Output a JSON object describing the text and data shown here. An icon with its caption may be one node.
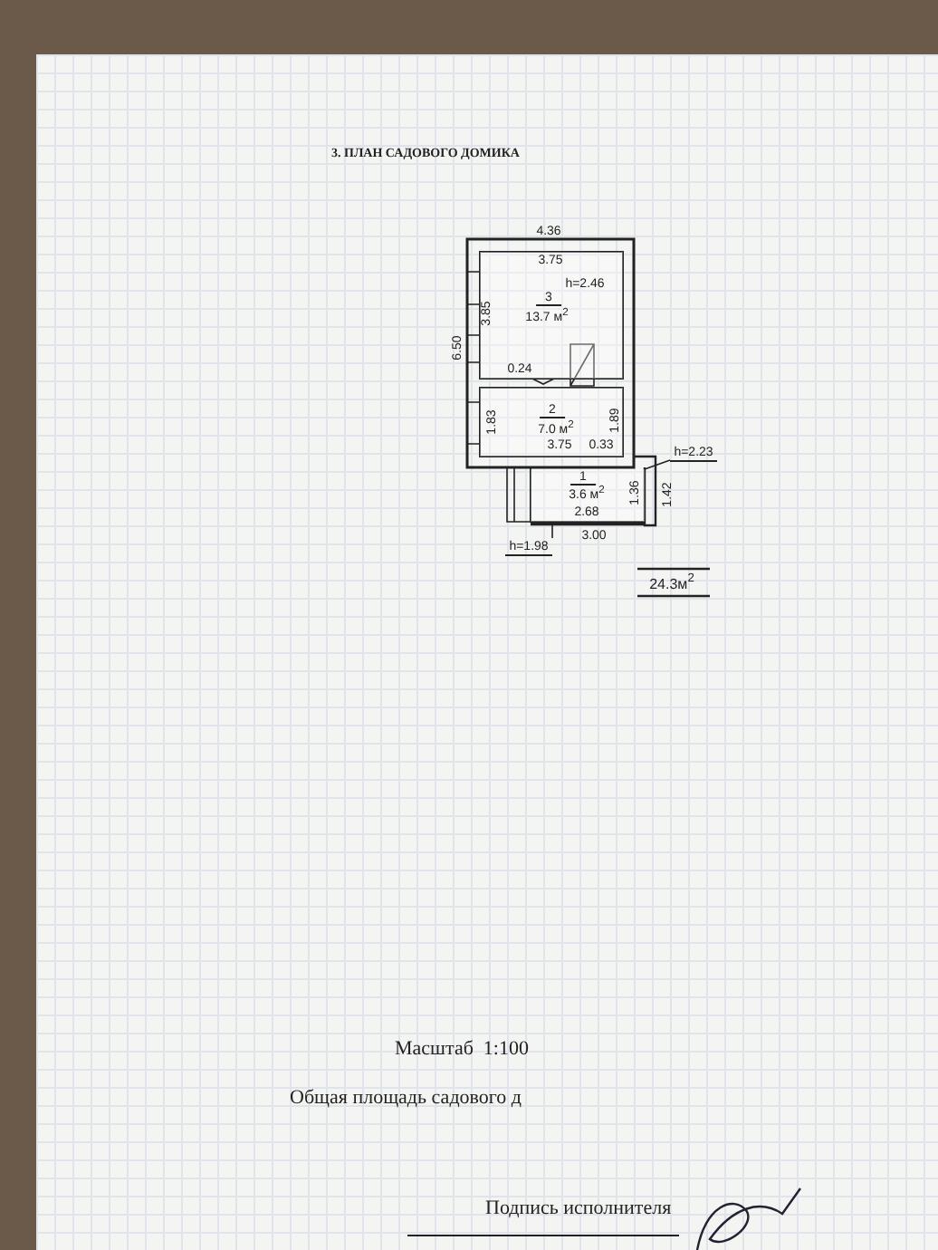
{
  "diagram": {
    "title": "3. ПЛАН САДОВОГО ДОМИКА",
    "nodes": [
      {
        "text": [
          "h=2.46",
          "3",
          "13.7 м$^{2}$"
        ]
      },
      {
        "text": [
          "2",
          "7.0 м$^{2}$"
        ]
      },
      {
        "text": [
          "1",
          "3.6 м$^{2}$"
        ]
      },
      {
        "text": [
          "h=2.23"
        ]
      },
      {
        "text": [
          "h=1.98"
        ]
      }
    ],
    "edges": [
      {
        "from": 3,
        "to": 2,
        "arrow": "none"
      },
      {
        "from": 4,
        "to": 2,
        "arrow": "none"
      }
    ],
    "labels": [
      "4.36",
      "3.75",
      "3.85",
      "6.50",
      "0.24",
      "1.83",
      "1.89",
      "3.75",
      "0.33",
      "1.36",
      "1.42",
      "2.68",
      "3.00",
      "24.3м$^{2}$",
      "Масштаб  1:100",
      "Общая площадь садового д",
      "Подпись исполнителя"
    ]
  }
}
